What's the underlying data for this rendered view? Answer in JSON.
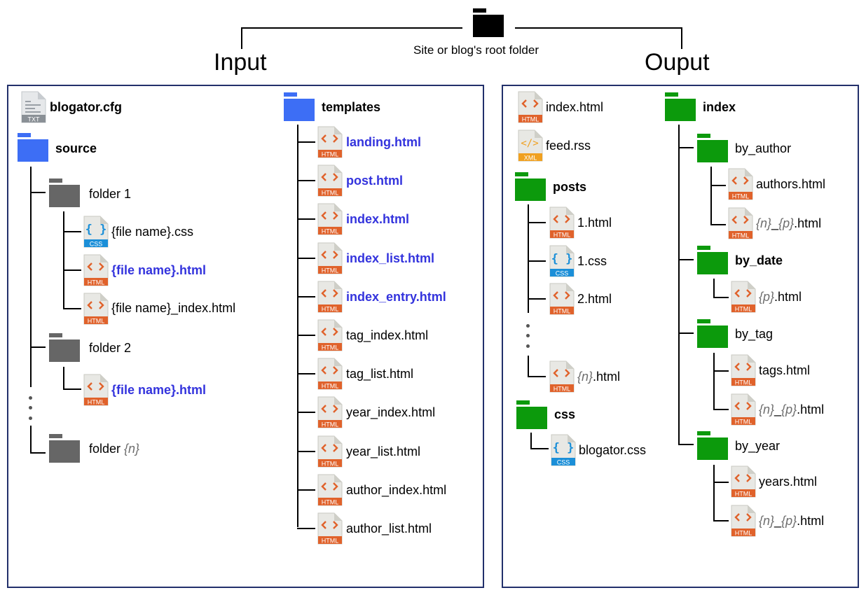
{
  "root": {
    "label": "Site or blog's root folder"
  },
  "input": {
    "title": "Input",
    "cfg": {
      "name": "blogator.cfg",
      "badge": "TXT"
    },
    "source": {
      "name": "source",
      "folder1": "folder 1",
      "folder2": "folder 2",
      "folderN_prefix": "folder ",
      "folderN_var": "{n}",
      "f1_files": [
        {
          "name": "{file name}.css",
          "type": "css"
        },
        {
          "name": "{file name}.html",
          "type": "html"
        },
        {
          "name": "{file name}_index.html",
          "type": "html"
        }
      ],
      "f2_files": [
        {
          "name": "{file name}.html",
          "type": "html"
        }
      ]
    },
    "templates": {
      "name": "templates",
      "files": [
        "landing.html",
        "post.html",
        "index.html",
        "index_list.html",
        "index_entry.html",
        "tag_index.html",
        "tag_list.html",
        "year_index.html",
        "year_list.html",
        "author_index.html",
        "author_list.html"
      ]
    }
  },
  "output": {
    "title": "Ouput",
    "index_html": "index.html",
    "feed": "feed.rss",
    "posts": {
      "name": "posts",
      "files": [
        "1.html",
        "1.css",
        "2.html"
      ],
      "nfile_var": "{n}",
      "nfile_suffix": ".html"
    },
    "css": {
      "name": "css",
      "file": "blogator.css"
    },
    "index": {
      "name": "index",
      "by_author": "by_author",
      "authors_html": "authors.html",
      "by_date": "by_date",
      "by_tag": "by_tag",
      "tags_html": "tags.html",
      "by_year": "by_year",
      "years_html": "years.html",
      "var_n": "{n}",
      "var_p": "{p}",
      "underscore": "_",
      "html_ext": ".html"
    }
  },
  "badges": {
    "html": "HTML",
    "css": "CSS",
    "xml": "XML",
    "txt": "TXT"
  },
  "colors": {
    "blue_folder": "#3d6ef5",
    "gray_folder": "#666666",
    "green_folder": "#0c9a0c",
    "black_folder": "#000000",
    "html_badge": "#e0622b",
    "css_badge": "#1b8fd8",
    "xml_badge": "#f0a020",
    "txt_badge": "#8a9096",
    "highlight_text": "#3333dd",
    "panel_border": "#22306b"
  }
}
